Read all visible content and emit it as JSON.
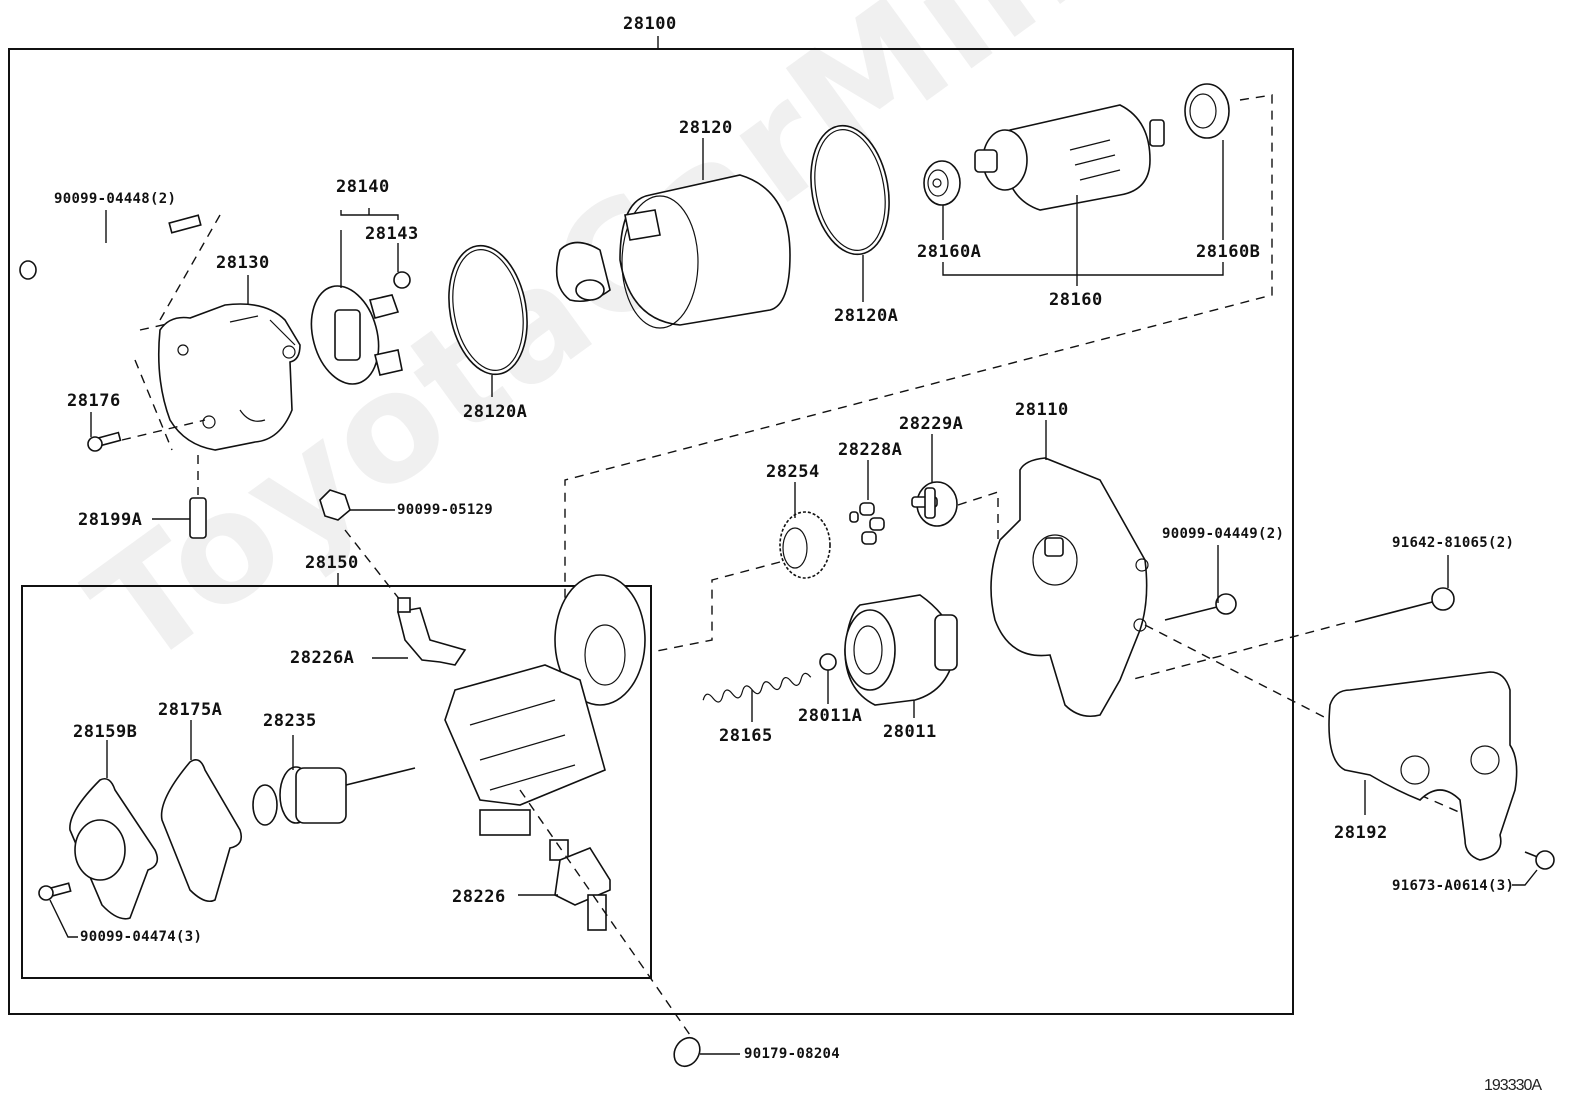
{
  "diagram": {
    "title_code": "28100",
    "figure_id": "193330A",
    "watermark": "ToyotaCarMine.ru",
    "subassembly_code": "28150"
  },
  "labels": {
    "p28100": "28100",
    "p90099_04448": "90099-04448(2)",
    "p28140": "28140",
    "p28143": "28143",
    "p28130": "28130",
    "p28120": "28120",
    "p28120A_left": "28120A",
    "p28120A_right": "28120A",
    "p28160A": "28160A",
    "p28160B": "28160B",
    "p28160": "28160",
    "p28176": "28176",
    "p28199A": "28199A",
    "p90099_05129": "90099-05129",
    "p28150": "28150",
    "p28226A": "28226A",
    "p28159B": "28159B",
    "p28175A": "28175A",
    "p28235": "28235",
    "p90099_04474": "90099-04474(3)",
    "p28226": "28226",
    "p28254": "28254",
    "p28228A": "28228A",
    "p28229A": "28229A",
    "p28110": "28110",
    "p90099_04449": "90099-04449(2)",
    "p28165": "28165",
    "p28011A": "28011A",
    "p28011": "28011",
    "p91642_81065": "91642-81065(2)",
    "p28192": "28192",
    "p91673_A0614": "91673-A0614(3)",
    "p90179_08204": "90179-08204"
  }
}
